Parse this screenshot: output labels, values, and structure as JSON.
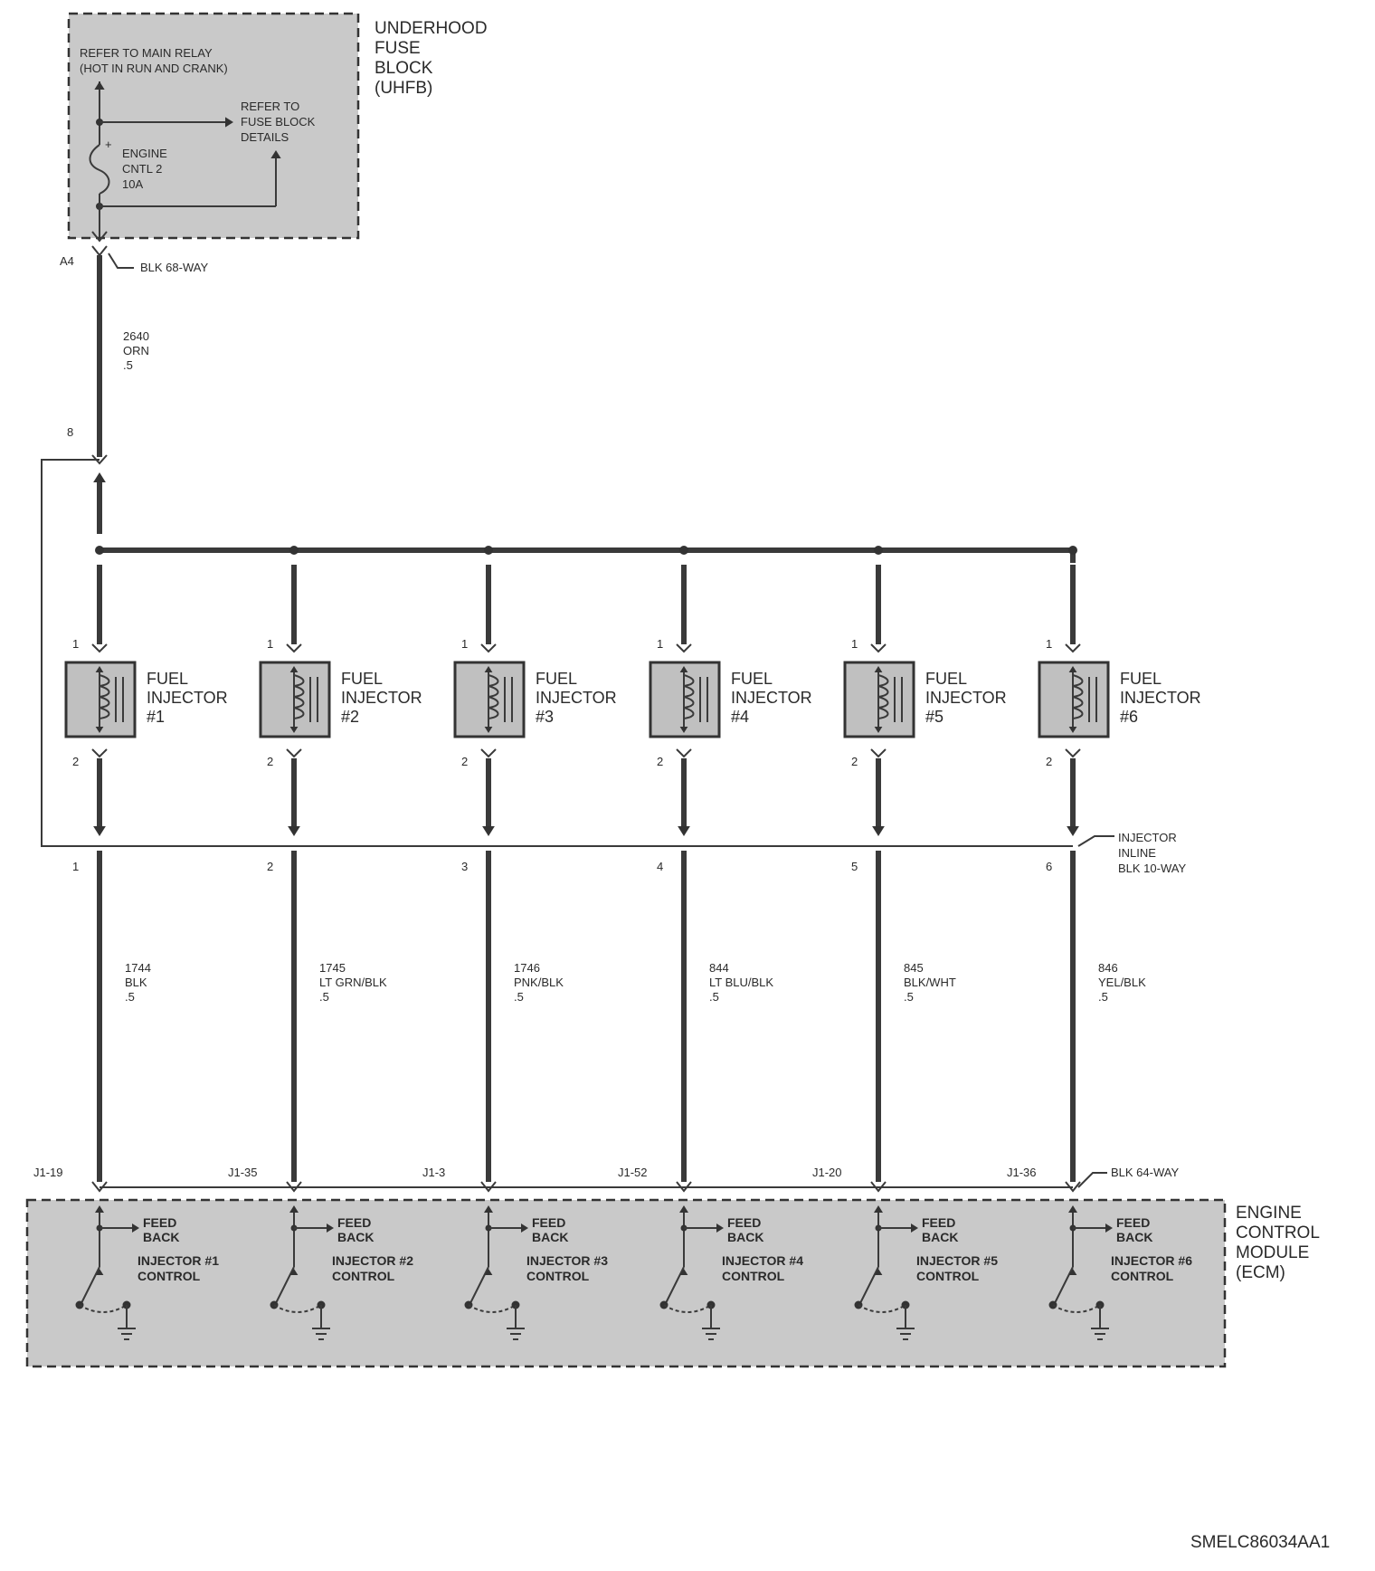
{
  "uhfb": {
    "title": [
      "UNDERHOOD",
      "FUSE",
      "BLOCK",
      "(UHFB)"
    ],
    "main_relay": [
      "REFER TO MAIN RELAY",
      "(HOT IN RUN AND CRANK)"
    ],
    "fuse_details": [
      "REFER TO",
      "FUSE BLOCK",
      "DETAILS"
    ],
    "fuse_label": [
      "ENGINE",
      "CNTL 2",
      "10A"
    ]
  },
  "connector_top": {
    "pin": "A4",
    "label": "BLK 68-WAY"
  },
  "supply_wire": [
    "2640",
    "ORN",
    ".5"
  ],
  "splice_pin": "8",
  "injectors": [
    {
      "name": [
        "FUEL",
        "INJECTOR",
        "#1"
      ],
      "pin_top": "1",
      "pin_bottom": "2",
      "inline_pin": "1",
      "wire": [
        "1744",
        "BLK",
        ".5"
      ],
      "ecm_pin": "J1-19",
      "control": [
        "INJECTOR #1",
        "CONTROL"
      ]
    },
    {
      "name": [
        "FUEL",
        "INJECTOR",
        "#2"
      ],
      "pin_top": "1",
      "pin_bottom": "2",
      "inline_pin": "2",
      "wire": [
        "1745",
        "LT GRN/BLK",
        ".5"
      ],
      "ecm_pin": "J1-35",
      "control": [
        "INJECTOR #2",
        "CONTROL"
      ]
    },
    {
      "name": [
        "FUEL",
        "INJECTOR",
        "#3"
      ],
      "pin_top": "1",
      "pin_bottom": "2",
      "inline_pin": "3",
      "wire": [
        "1746",
        "PNK/BLK",
        ".5"
      ],
      "ecm_pin": "J1-3",
      "control": [
        "INJECTOR #3",
        "CONTROL"
      ]
    },
    {
      "name": [
        "FUEL",
        "INJECTOR",
        "#4"
      ],
      "pin_top": "1",
      "pin_bottom": "2",
      "inline_pin": "4",
      "wire": [
        "844",
        "LT BLU/BLK",
        ".5"
      ],
      "ecm_pin": "J1-52",
      "control": [
        "INJECTOR #4",
        "CONTROL"
      ]
    },
    {
      "name": [
        "FUEL",
        "INJECTOR",
        "#5"
      ],
      "pin_top": "1",
      "pin_bottom": "2",
      "inline_pin": "5",
      "wire": [
        "845",
        "BLK/WHT",
        ".5"
      ],
      "ecm_pin": "J1-20",
      "control": [
        "INJECTOR #5",
        "CONTROL"
      ]
    },
    {
      "name": [
        "FUEL",
        "INJECTOR",
        "#6"
      ],
      "pin_top": "1",
      "pin_bottom": "2",
      "inline_pin": "6",
      "wire": [
        "846",
        "YEL/BLK",
        ".5"
      ],
      "ecm_pin": "J1-36",
      "control": [
        "INJECTOR #6",
        "CONTROL"
      ]
    }
  ],
  "inline_connector": [
    "INJECTOR",
    "INLINE",
    "BLK 10-WAY"
  ],
  "ecm_connector": "BLK 64-WAY",
  "ecm": {
    "title": [
      "ENGINE",
      "CONTROL",
      "MODULE",
      "(ECM)"
    ],
    "feedback": [
      "FEED",
      "BACK"
    ]
  },
  "footer_code": "SMELC86034AA1"
}
